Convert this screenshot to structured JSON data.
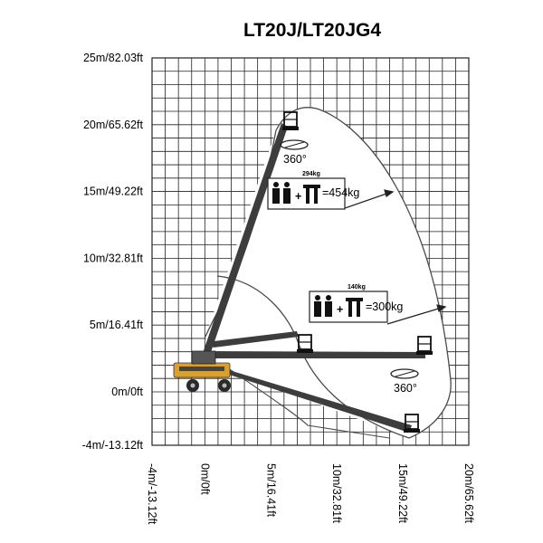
{
  "chart_data": {
    "type": "diagram",
    "title": "LT20J/LT20JG4",
    "x_ticks": [
      "-4m/-13.12ft",
      "0m/0ft",
      "5m/16.41ft",
      "10m/32.81ft",
      "15m/49.22ft",
      "20m/65.62ft"
    ],
    "x_tick_values": [
      -4,
      0,
      5,
      10,
      15,
      20
    ],
    "y_ticks": [
      "25m/82.03ft",
      "20m/65.62ft",
      "15m/49.22ft",
      "10m/32.81ft",
      "5m/16.41ft",
      "0m/0ft",
      "-4m/-13.12ft"
    ],
    "y_tick_values": [
      25,
      20,
      15,
      10,
      5,
      0,
      -4
    ],
    "xlim": [
      -4,
      20
    ],
    "ylim": [
      -4,
      25
    ],
    "grid": true,
    "grid_step_m": 1,
    "annotations": [
      {
        "id": "rot-top",
        "label": "360°"
      },
      {
        "id": "rot-bottom",
        "label": "360°"
      },
      {
        "id": "load-upper",
        "kg_small": "294kg",
        "total": "=454kg"
      },
      {
        "id": "load-lower",
        "kg_small": "140kg",
        "total": "=300kg"
      }
    ],
    "colors": {
      "boom": "#3d3d3d",
      "chassis": "#d9a030",
      "grid": "#222222",
      "envelope": "#4a4a4a"
    }
  }
}
